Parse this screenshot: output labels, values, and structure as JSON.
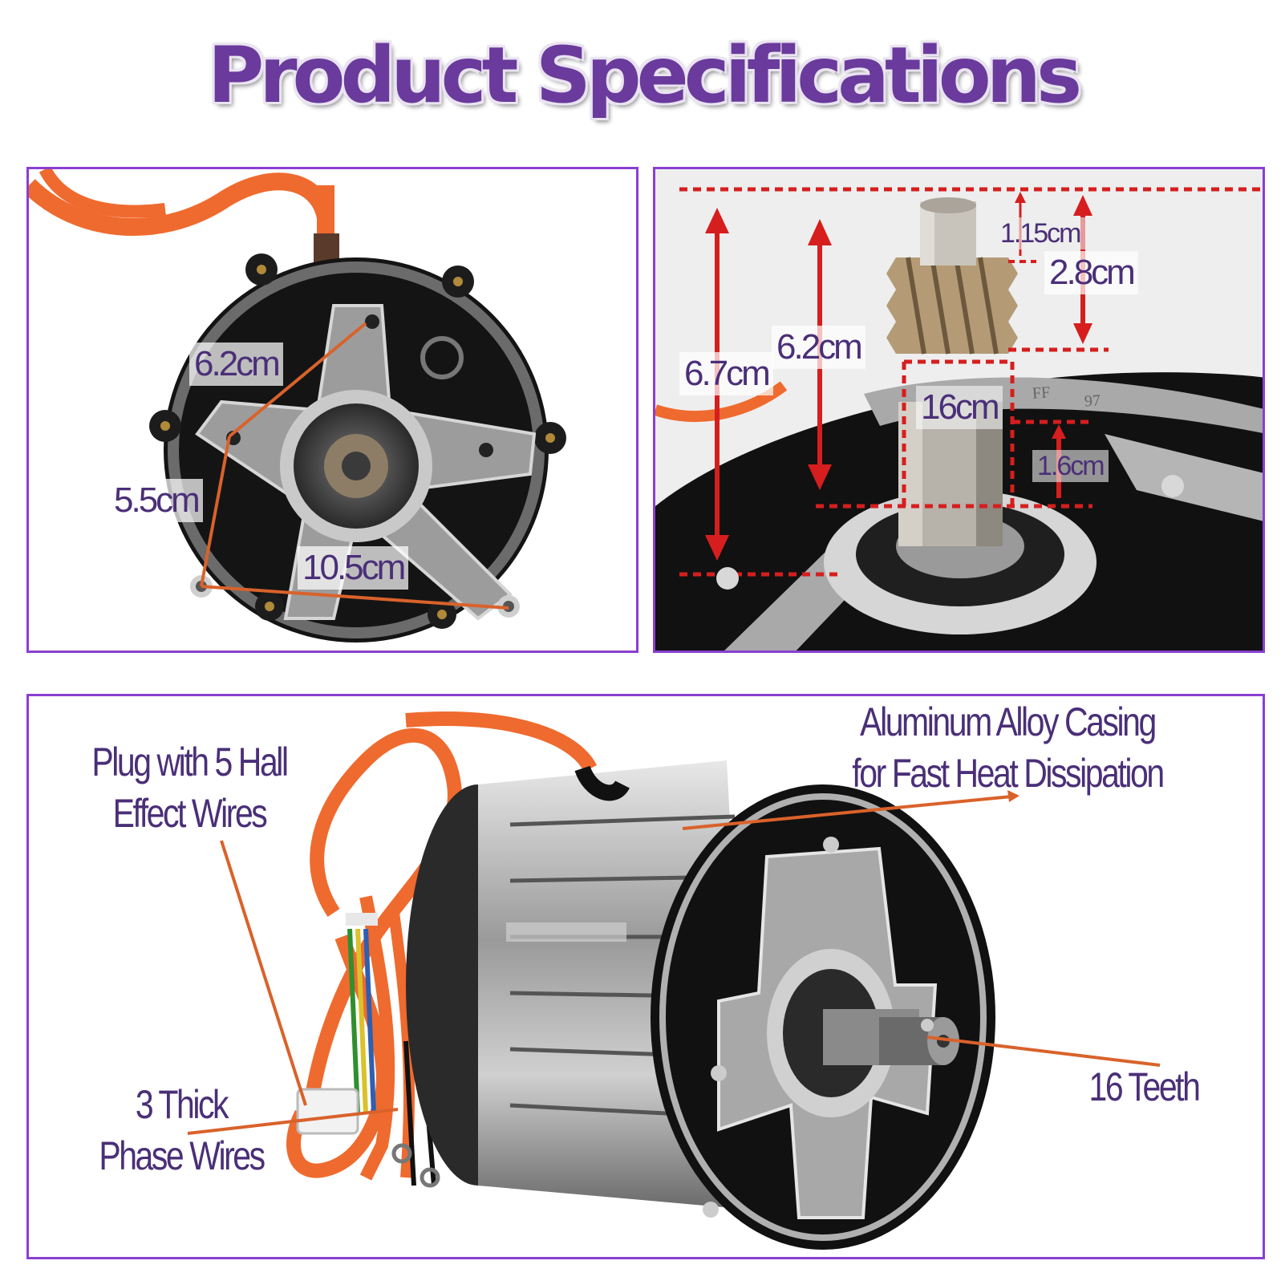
{
  "title": "Product Specifications",
  "top_left": {
    "dimensions": [
      "6.2cm",
      "5.5cm",
      "10.5cm"
    ]
  },
  "top_right": {
    "dimensions": [
      "1.15cm",
      "2.8cm",
      "6.2cm",
      "6.7cm",
      "16cm",
      "1.6cm"
    ],
    "casing_marks": [
      "FF",
      "97"
    ]
  },
  "bottom": {
    "features": {
      "casing": [
        "Aluminum Alloy Casing",
        "for Fast Heat Dissipation"
      ],
      "plug": [
        "Plug with 5 Hall",
        "Effect Wires"
      ],
      "phase": [
        "3 Thick",
        "Phase Wires"
      ],
      "teeth": "16 Teeth"
    }
  },
  "colors": {
    "accent_border": "#8a3fd1",
    "title_text": "#6a3a9c",
    "label_text": "#4a2f78",
    "arrow_red": "#d61e1e",
    "leader_orange": "#d9622b",
    "cable_orange": "#ef6a2e"
  }
}
